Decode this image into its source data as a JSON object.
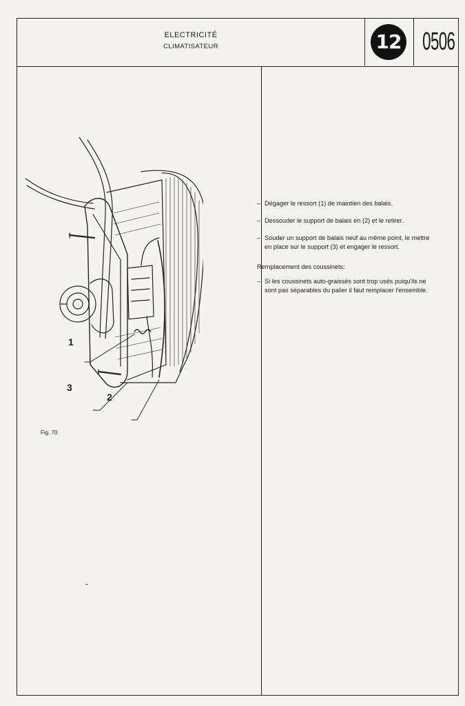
{
  "header": {
    "title": "ELECTRICITÉ",
    "subtitle": "CLIMATISATEUR",
    "chapter_number": "12",
    "page_number": "0506"
  },
  "figure": {
    "caption": "Fig. 70",
    "callouts": [
      "1",
      "2",
      "3"
    ]
  },
  "instructions": {
    "steps": [
      "Dégager le ressort (1) de maintien des balais.",
      "Dessouder le support de balais en (2) et le retirer.",
      "Souder un support de balais neuf au même point, le mettre en place sur le support (3) et engager le ressort."
    ],
    "section_heading": "Remplacement des coussinets:",
    "section_steps": [
      "Si les coussinets auto-graissés sont trop usés puiqu'ils ne sont pas séparables du palier il faut remplacer l'ensemble."
    ],
    "dash": "–"
  }
}
